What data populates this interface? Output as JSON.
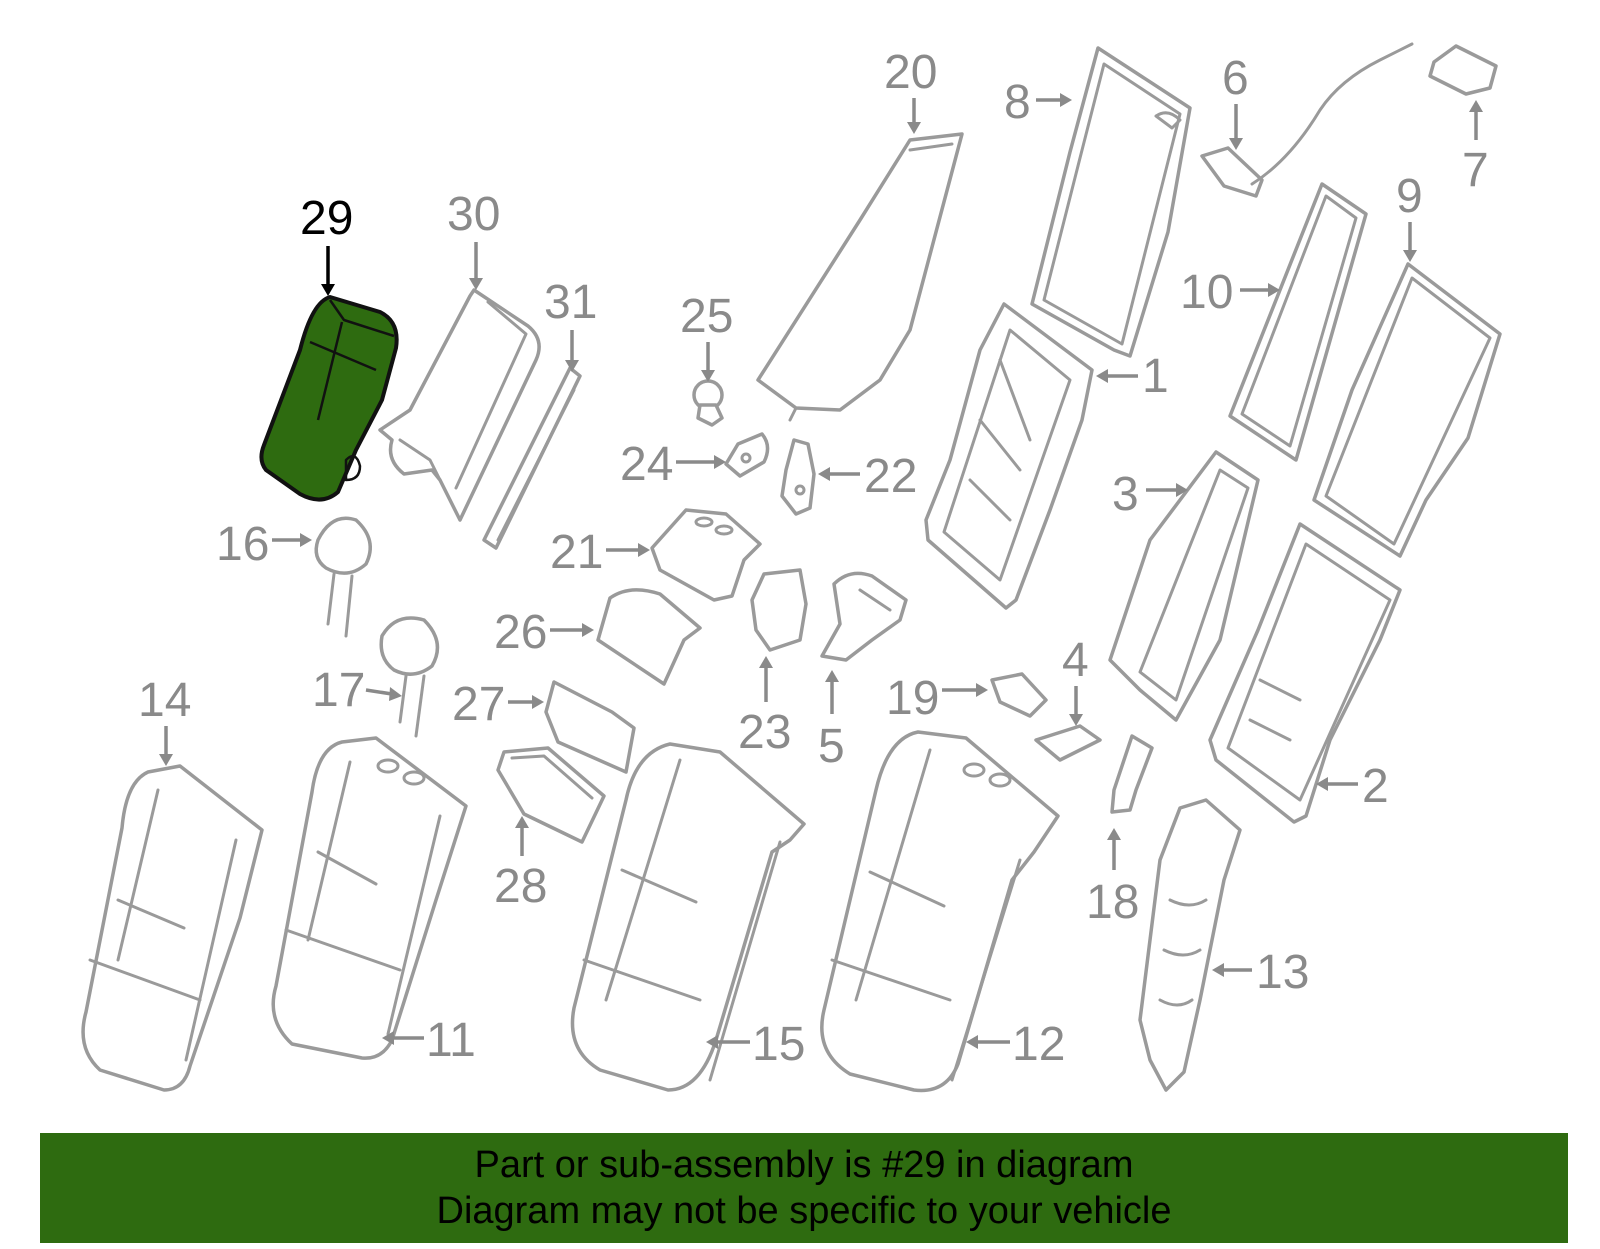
{
  "diagram": {
    "highlighted_part": "29",
    "highlight_color": "#2e6b10",
    "callouts": [
      "29",
      "30",
      "31",
      "25",
      "24",
      "22",
      "21",
      "23",
      "5",
      "26",
      "27",
      "28",
      "16",
      "17",
      "14",
      "11",
      "15",
      "12",
      "20",
      "8",
      "1",
      "6",
      "7",
      "9",
      "10",
      "3",
      "2",
      "4",
      "19",
      "18",
      "13"
    ]
  },
  "banner": {
    "line1": "Part or sub-assembly is #29 in diagram",
    "line2": "Diagram may not be specific to your vehicle"
  }
}
